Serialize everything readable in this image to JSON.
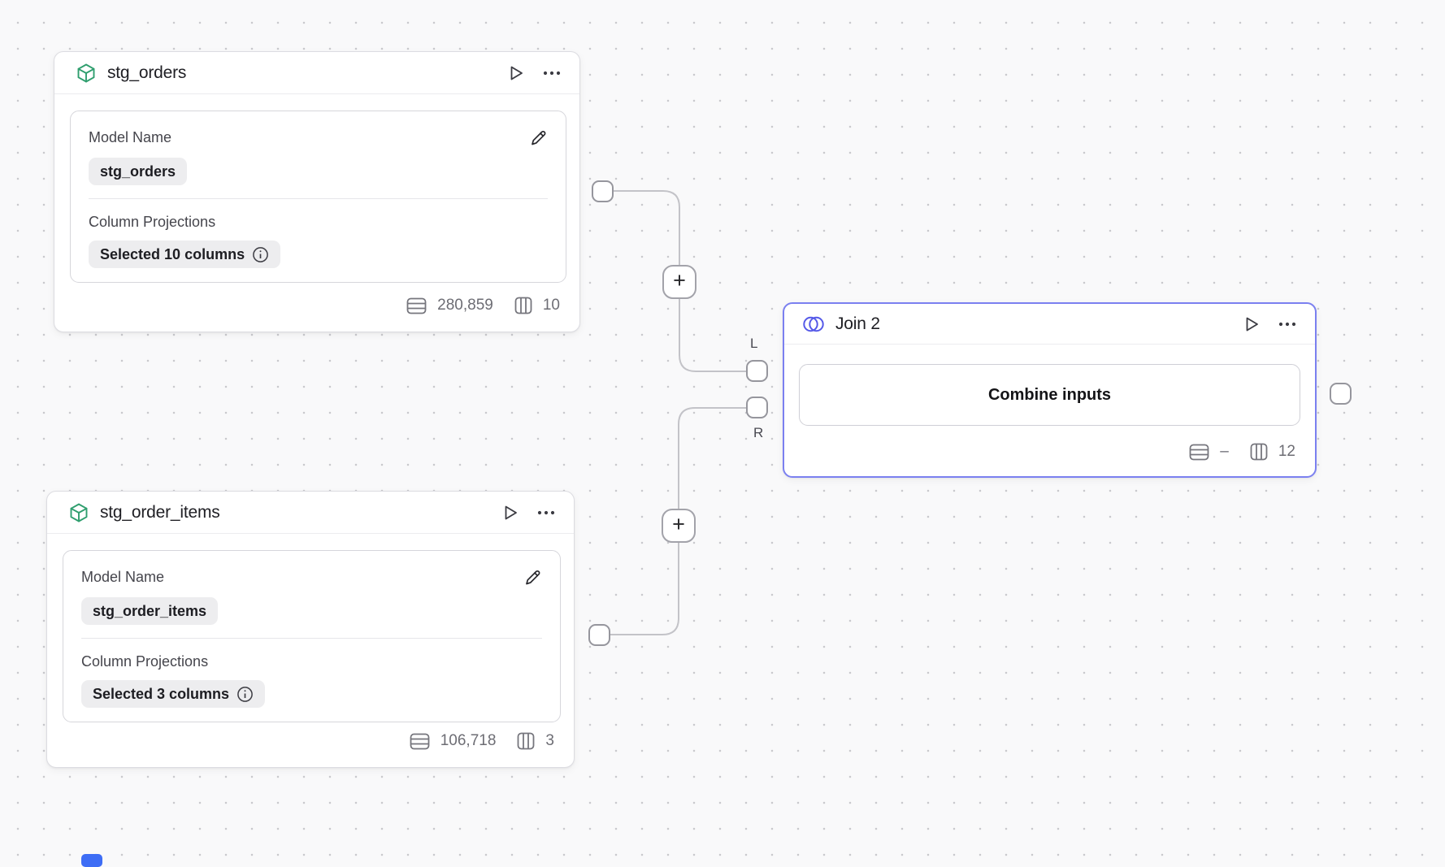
{
  "canvas": {
    "background_color": "#f9f9fa",
    "dot_color": "#c9c9cd",
    "edge_color": "#c3c3c8",
    "accent_green": "#2f9e6e",
    "accent_indigo": "#5559e8",
    "join_border_color": "#7b80f0"
  },
  "stg_orders_node": {
    "title": "stg_orders",
    "model_name_label": "Model Name",
    "model_name_value": "stg_orders",
    "projections_label": "Column Projections",
    "projections_value": "Selected 10 columns",
    "row_count": "280,859",
    "column_count": "10"
  },
  "stg_order_items_node": {
    "title": "stg_order_items",
    "model_name_label": "Model Name",
    "model_name_value": "stg_order_items",
    "projections_label": "Column Projections",
    "projections_value": "Selected 3 columns",
    "row_count": "106,718",
    "column_count": "3"
  },
  "join_node": {
    "title": "Join 2",
    "combine_button_label": "Combine inputs",
    "row_count": "–",
    "column_count": "12",
    "left_port_label": "L",
    "right_port_label": "R"
  },
  "edge_controls": {
    "add_button_label": "+"
  }
}
